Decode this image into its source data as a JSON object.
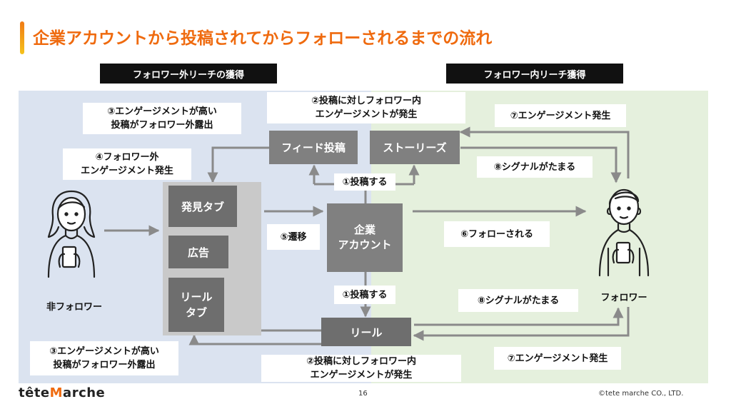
{
  "title": "企業アカウントから投稿されてからフォローされるまでの流れ",
  "sections": {
    "outside": "フォロワー外リーチの獲得",
    "inside": "フォロワー内リーチ獲得"
  },
  "nodes": {
    "discover_tab": "発見タブ",
    "ad": "広告",
    "reel_tab": "リール\nタブ",
    "feed_post": "フィード投稿",
    "stories": "ストーリーズ",
    "company_account": "企業\nアカウント",
    "reel": "リール"
  },
  "notes": {
    "eng_inside_top": "②投稿に対しフォロワー内\nエンゲージメントが発生",
    "high_eng_top": "③エンゲージメントが高い\n投稿がフォロワー外露出",
    "outside_eng": "④フォロワー外\nエンゲージメント発生",
    "post_top": "①投稿する",
    "transition": "⑤遷移",
    "followed": "⑥フォローされる",
    "eng_occur_top": "⑦エンゲージメント発生",
    "signal_top": "⑧シグナルがたまる",
    "post_bottom": "①投稿する",
    "signal_bottom": "⑧シグナルがたまる",
    "high_eng_bottom": "③エンゲージメントが高い\n投稿がフォロワー外露出",
    "eng_inside_bottom": "②投稿に対しフォロワー内\nエンゲージメントが発生",
    "eng_occur_bottom": "⑦エンゲージメント発生"
  },
  "people": {
    "non_follower": "非フォロワー",
    "follower": "フォロワー"
  },
  "footer": {
    "logo_a": "tête",
    "logo_m": "M",
    "logo_b": "arche",
    "page": "16",
    "copyright": "©tete marche CO., LTD."
  }
}
